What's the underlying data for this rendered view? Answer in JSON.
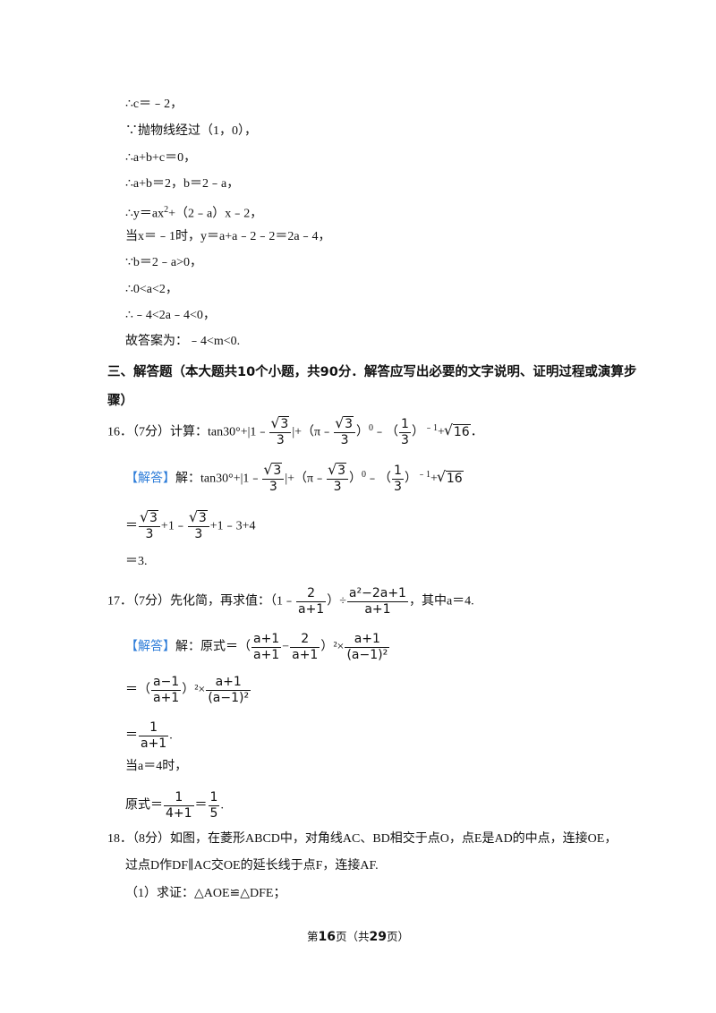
{
  "lines": {
    "l1": "∴c＝﹣2，",
    "l2": "∵抛物线经过（1，0），",
    "l3": "∴a+b+c＝0，",
    "l4": "∴a+b＝2，b＝2﹣a，",
    "l5a": "∴y＝ax",
    "l5b": "2",
    "l5c": "+（2﹣a）x﹣2，",
    "l6": "当x＝﹣1时，y＝a+a﹣2﹣2＝2a﹣4，",
    "l7": "∵b＝2﹣a>0，",
    "l8": "∴0<a<2，",
    "l9": "∴﹣4<2a﹣4<0，",
    "l10": "故答案为：﹣4<m<0."
  },
  "section": {
    "line1": "三、解答题（本大题共10个小题，共90分．解答应写出必要的文字说明、证明过程或演算步",
    "line2": "骤）"
  },
  "q16": {
    "prefix": "16．（7分）计算：tan30°+|1﹣",
    "root3": "3",
    "den3": "3",
    "mid1": "|+（π﹣",
    "mid2": "）",
    "exp0": "0",
    "mid3": "﹣（",
    "one": "1",
    "mid4": "）",
    "expm1": "﹣1",
    "plus": "+",
    "root16": "16",
    "end": "．"
  },
  "ans16": {
    "tag": "【解答】",
    "l1prefix": "解：tan30°+|1﹣",
    "l2prefix": "＝",
    "l2mid1": "+1﹣",
    "l2end": "+1﹣3+4",
    "l3": "＝3."
  },
  "q17": {
    "prefix": "17．（7分）先化简，再求值：（1﹣",
    "two": "2",
    "ap1": "a+1",
    "div": "）÷",
    "num2": "a²−2a+1",
    "end": "，其中a＝4.",
    "tag": "【解答】",
    "l1prefix": "解：原式＝（",
    "minus": "−",
    "close_sq": "）²×",
    "am1sq": "(a−1)²",
    "am1": "a−1",
    "l2prefix": "＝（",
    "l3prefix": "＝",
    "one": "1",
    "dot": ".",
    "l4": "当a＝4时，",
    "l5prefix": "原式＝",
    "den_sub": "4+1",
    "eq": "＝",
    "five": "5",
    "end_dot": "."
  },
  "q18": {
    "l1": "18．（8分）如图，在菱形ABCD中，对角线AC、BD相交于点O，点E是AD的中点，连接OE，",
    "l2": "过点D作DF∥AC交OE的延长线于点F，连接AF.",
    "l3": "（1）求证：△AOE≌△DFE；"
  },
  "footer": {
    "pre": "第",
    "page": "16",
    "mid": "页（共",
    "total": "29",
    "post": "页）"
  }
}
